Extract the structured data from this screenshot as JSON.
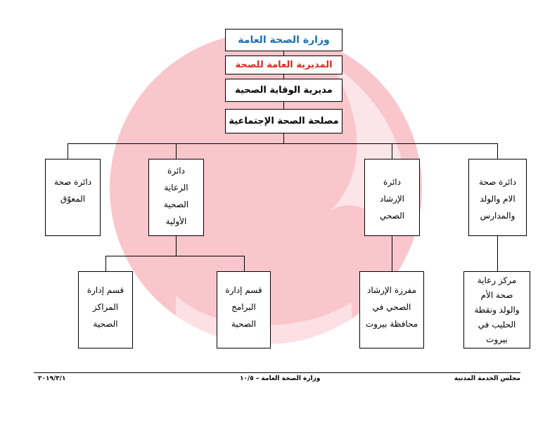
{
  "colors": {
    "ministry_title": "#1f6fb2",
    "directorate_title": "#e02a1a",
    "watermark": "#f7b8c0"
  },
  "header": {
    "ministry": "وزارة الصحة العامة",
    "directorate_general": "المديرية العامة للصحة",
    "prevention_directorate": "مديرية الوقاية الصحية",
    "social_health_service": "مصلحة الصحة الإجتماعية"
  },
  "departments": [
    {
      "id": "mother-child",
      "lines": [
        "دائرة صحة",
        "الام والولد",
        "والمدارس"
      ]
    },
    {
      "id": "health-guidance",
      "lines": [
        "دائرة",
        "الإرشاد",
        "الصحي"
      ]
    },
    {
      "id": "primary-care",
      "lines": [
        "دائرة",
        "الرعاية",
        "الصحية",
        "الأولية"
      ]
    },
    {
      "id": "disabled-health",
      "lines": [
        "دائرة صحة",
        "المعوّق"
      ]
    }
  ],
  "sections": [
    {
      "id": "mother-child-center",
      "lines": [
        "مركز رعاية",
        "صحة الأم",
        "والولد ونقطة",
        "الحليب في",
        "بيروت"
      ]
    },
    {
      "id": "guidance-unit-beirut",
      "lines": [
        "مفرزة الإرشاد",
        "الصحي في",
        "محافظة بيروت"
      ]
    },
    {
      "id": "programs-management",
      "lines": [
        "قسم إدارة",
        "البرامج",
        "الصحية"
      ]
    },
    {
      "id": "centers-management",
      "lines": [
        "قسم إدارة",
        "المراكز",
        "الصحية"
      ]
    }
  ],
  "footer": {
    "left": "مجلس الخدمة المدنية",
    "center": "وزارة الصحة العامة – ١٠/٥",
    "right": "٢٠١٩/٣/١"
  }
}
